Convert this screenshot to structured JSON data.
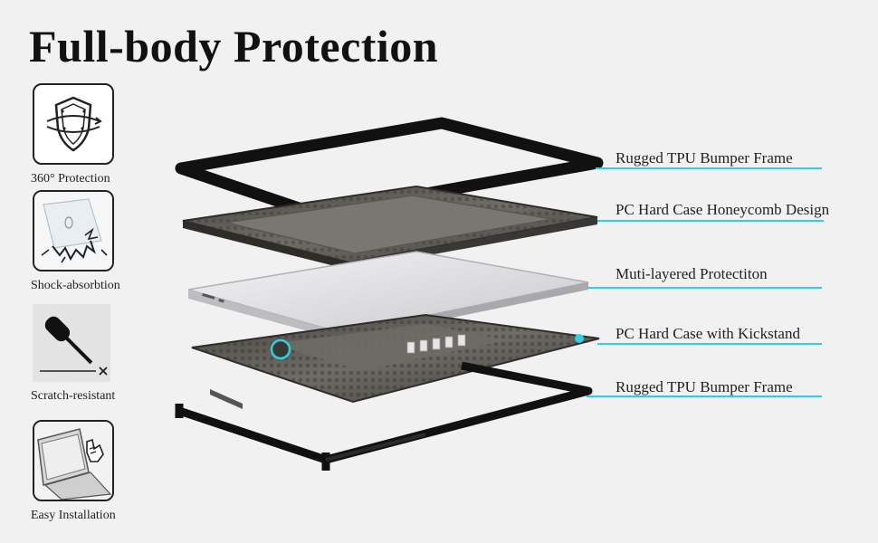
{
  "title": "Full-body Protection",
  "features": [
    {
      "label": "360° Protection",
      "icon": "shield-rotate-icon"
    },
    {
      "label": "Shock-absorbtion",
      "icon": "shock-impact-icon"
    },
    {
      "label": "Scratch-resistant",
      "icon": "screwdriver-icon"
    },
    {
      "label": "Easy Installation",
      "icon": "hand-install-icon"
    }
  ],
  "layers": [
    {
      "label": "Rugged TPU Bumper Frame"
    },
    {
      "label": "PC Hard Case Honeycomb Design"
    },
    {
      "label": "Muti-layered Protectiton"
    },
    {
      "label": "PC Hard Case with Kickstand"
    },
    {
      "label": "Rugged TPU Bumper Frame"
    }
  ],
  "colors": {
    "accent": "#2ecfe0",
    "frame": "#111111",
    "case": "#5e5b55",
    "laptop": "#dcdcde",
    "background": "#f1f1f1"
  }
}
